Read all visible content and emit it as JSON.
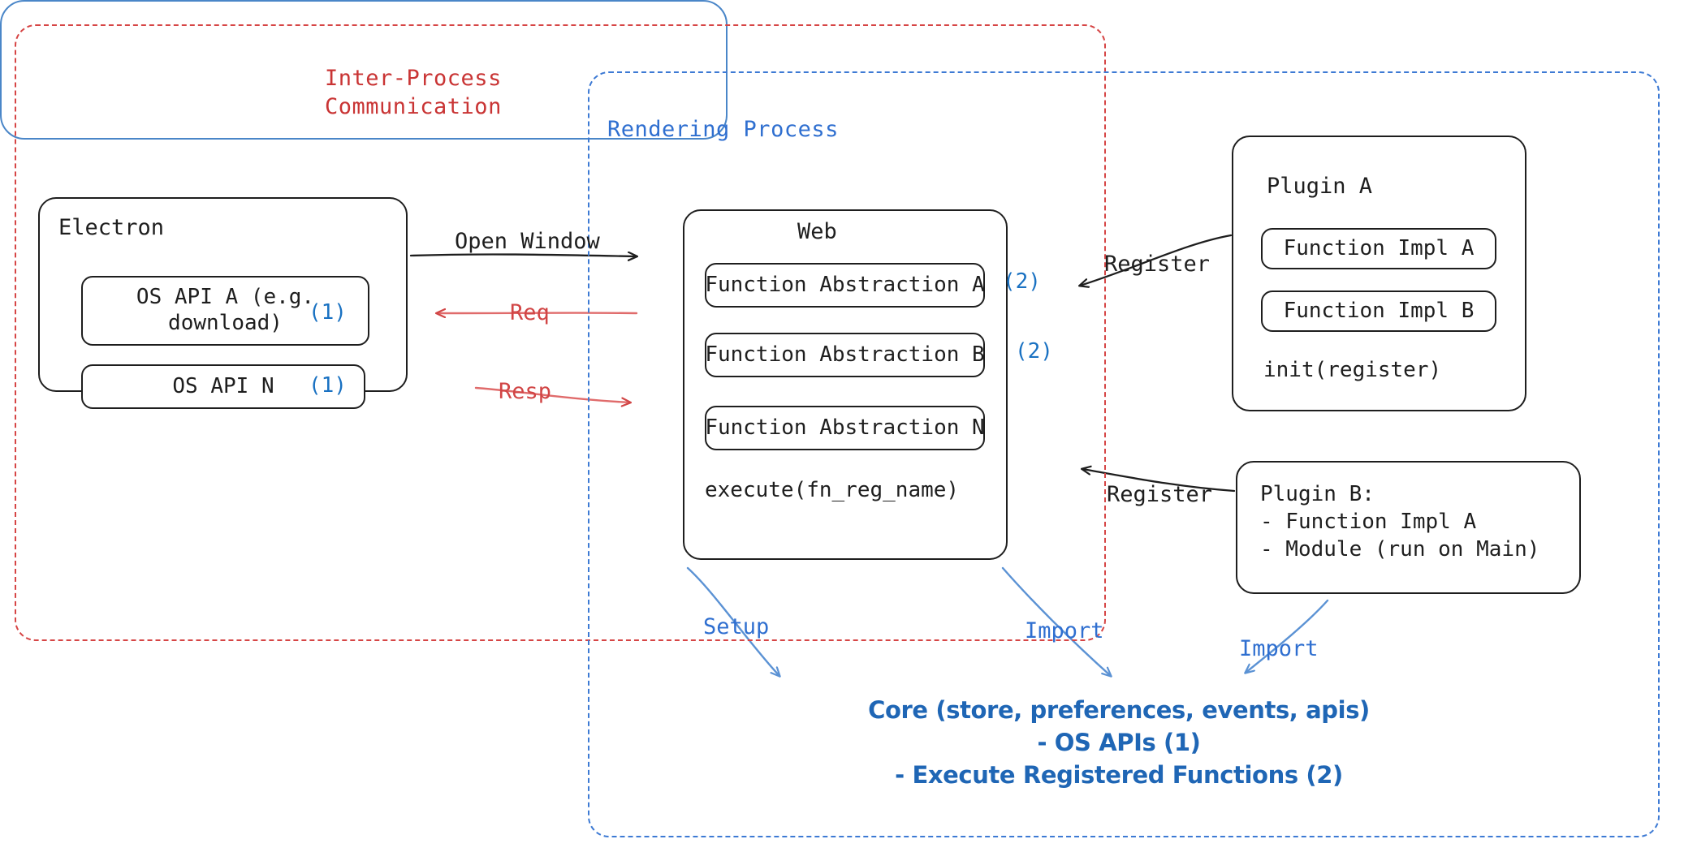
{
  "zones": {
    "ipc": {
      "title": "Inter-Process\nCommunication",
      "color": "#c93434",
      "style": "dashed"
    },
    "rendering": {
      "title": "Rendering Process",
      "color": "#2f6fd0",
      "style": "dashed"
    }
  },
  "electron": {
    "title": "Electron",
    "items": [
      {
        "label": "OS API A (e.g.\ndownload)",
        "marker": "(1)"
      },
      {
        "label": "OS API N",
        "marker": "(1)"
      }
    ]
  },
  "web": {
    "title": "Web",
    "abstractions": [
      {
        "label": "Function Abstraction A",
        "marker": "(2)"
      },
      {
        "label": "Function Abstraction B",
        "marker": "(2)"
      },
      {
        "label": "Function Abstraction N",
        "marker": ""
      }
    ],
    "execute": "execute(fn_reg_name)"
  },
  "plugin_a": {
    "title": "Plugin A",
    "impls": [
      {
        "label": "Function Impl A"
      },
      {
        "label": "Function Impl B"
      }
    ],
    "init": "init(register)"
  },
  "plugin_b": {
    "lines": "Plugin B:\n- Function Impl A\n- Module (run on Main)"
  },
  "core": {
    "text": "Core (store, preferences, events, apis)\n- OS APIs (1)\n- Execute Registered Functions (2)",
    "color": "#1f66b5"
  },
  "edges": [
    {
      "id": "open-window",
      "label": "Open Window",
      "color": "#1e1e1e",
      "from": "electron",
      "to": "web"
    },
    {
      "id": "req",
      "label": "Req",
      "color": "#d14545",
      "from": "web",
      "to": "electron"
    },
    {
      "id": "resp",
      "label": "Resp",
      "color": "#d14545",
      "from": "electron",
      "to": "web"
    },
    {
      "id": "register-1",
      "label": "Register",
      "color": "#1e1e1e",
      "from": "plugin_a",
      "to": "web"
    },
    {
      "id": "register-2",
      "label": "Register",
      "color": "#1e1e1e",
      "from": "plugin_b",
      "to": "web"
    },
    {
      "id": "setup",
      "label": "Setup",
      "color": "#2f6fd0",
      "from": "web",
      "to": "core"
    },
    {
      "id": "import-1",
      "label": "Import",
      "color": "#2f6fd0",
      "from": "web",
      "to": "core"
    },
    {
      "id": "import-2",
      "label": "Import",
      "color": "#2f6fd0",
      "from": "plugin_b",
      "to": "core"
    }
  ],
  "colors": {
    "ipc_red": "#d64545",
    "rendering_blue": "#3d7ad4",
    "marker_blue": "#1971c2",
    "core_blue": "#4a86c8",
    "ink": "#1e1e1e"
  }
}
